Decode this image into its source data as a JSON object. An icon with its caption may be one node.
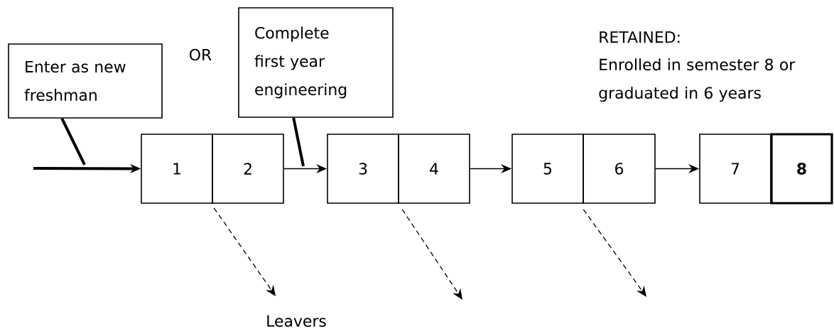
{
  "diagram": {
    "nodes": [
      {
        "text": [
          "Enter as new freshman"
        ]
      },
      {
        "text": [
          "Complete first year engineering"
        ]
      },
      {
        "text": [
          "1"
        ]
      },
      {
        "text": [
          "2"
        ]
      },
      {
        "text": [
          "3"
        ]
      },
      {
        "text": [
          "4"
        ]
      },
      {
        "text": [
          "5"
        ]
      },
      {
        "text": [
          "6"
        ]
      },
      {
        "text": [
          "7"
        ]
      },
      {
        "text": [
          "**8**"
        ]
      }
    ],
    "edges": [
      {
        "from": null,
        "to": 2,
        "arrow": "to",
        "style": "thick"
      },
      {
        "from": 3,
        "to": 4,
        "arrow": "to"
      },
      {
        "from": 5,
        "to": 6,
        "arrow": "to"
      },
      {
        "from": 7,
        "to": 8,
        "arrow": "to"
      },
      {
        "from": 0,
        "to": null,
        "arrow": "none",
        "style": "thick"
      },
      {
        "from": 1,
        "to": null,
        "arrow": "none",
        "style": "thick"
      },
      {
        "from": 3,
        "to": null,
        "arrow": "to",
        "style": "dashed"
      },
      {
        "from": 5,
        "to": null,
        "arrow": "to",
        "style": "dashed"
      },
      {
        "from": 7,
        "to": null,
        "arrow": "to",
        "style": "dashed"
      }
    ],
    "labels": [
      "OR",
      "RETAINED:",
      "Enrolled in semester 8 or graduated in 6 years",
      "Leavers"
    ]
  }
}
